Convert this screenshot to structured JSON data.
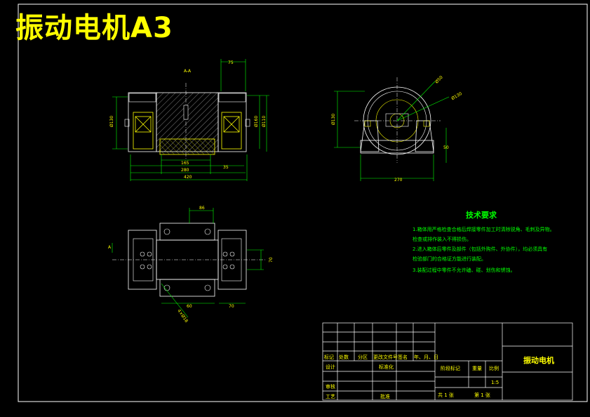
{
  "title_banner": "振动电机A3",
  "section_label": "A-A",
  "technical_requirements": {
    "title": "技术要求",
    "items": [
      "1.箱体用严格检查合格后焊接零件加工时清除锐角、毛刺及异物。",
      "   检查或排作装入不得损伤。",
      "2.进入箱体后零件及部件（包括外购件、外协件），均必须具有",
      "   检验部门的合格证方能进行装配。",
      "3.装配过程中零件不允许磕、碰、划伤和锈蚀。"
    ]
  },
  "title_block": {
    "drawing_name": "振动电机",
    "scale": "1:5",
    "row_labels": [
      "标记",
      "处数",
      "分区",
      "更改文件号",
      "签名",
      "年、月、日"
    ],
    "design": "设计",
    "standardization": "标准化",
    "review": "审核",
    "process": "工艺",
    "approve": "批准",
    "stage_mark": "阶段标记",
    "weight": "重量",
    "ratio": "比例",
    "sheet_total": "共 1 张",
    "sheet_no": "第 1 张"
  },
  "dimensions": {
    "front_top": "75",
    "front_left_height": "Ø130",
    "front_right_a": "Ø160",
    "front_right_b": "Ø110",
    "front_bottom_1": "165",
    "front_bottom_2": "280",
    "front_bottom_3": "35",
    "front_bottom_overall": "420",
    "side_height": "Ø130",
    "side_base": "270",
    "side_right": "50",
    "side_diam_1": "Ø50",
    "side_diam_2": "Ø130",
    "plan_top": "86",
    "plan_right": "70",
    "plan_bottom_1": "60",
    "plan_bottom_2": "70",
    "plan_section_left": "A",
    "plan_section_bottom": "4×Ø18"
  }
}
